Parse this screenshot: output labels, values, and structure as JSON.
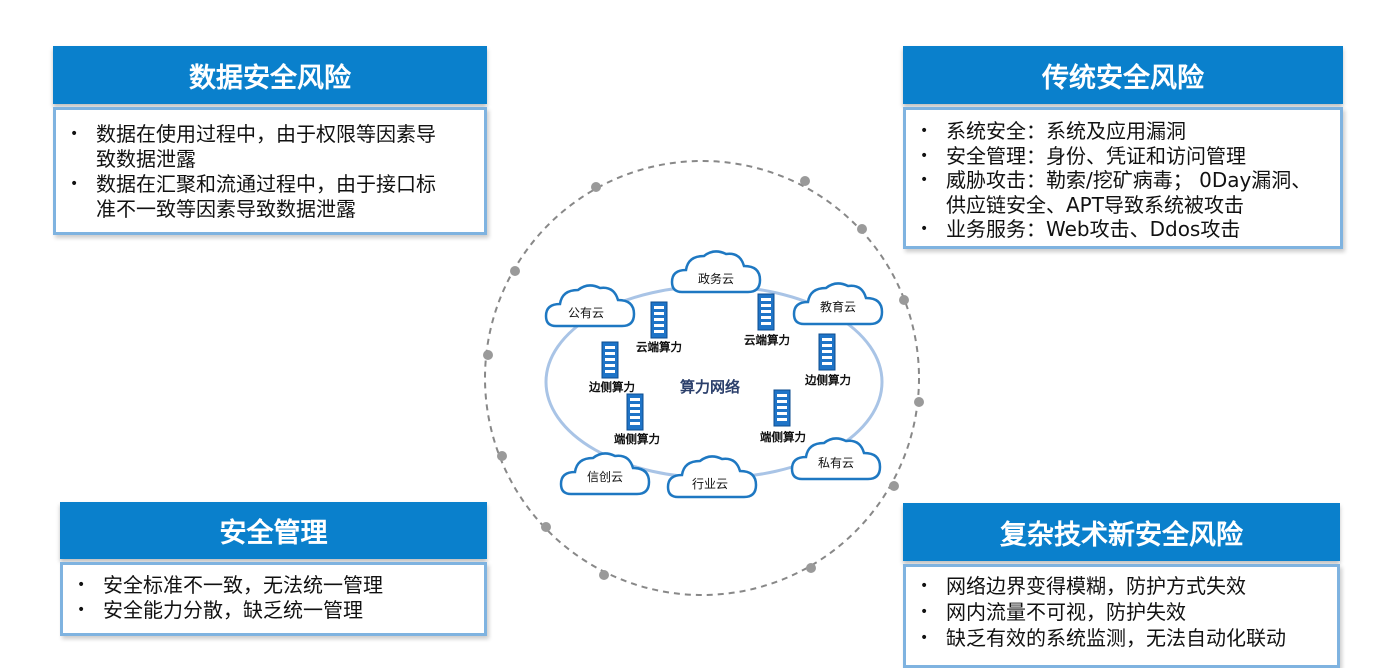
{
  "panels": {
    "data_security": {
      "title": "数据安全风险",
      "items": [
        [
          "数据在使用过程中，由于权限等因素导",
          "致数据泄露"
        ],
        [
          "数据在汇聚和流通过程中，由于接口标",
          "准不一致等因素导致数据泄露"
        ]
      ]
    },
    "traditional_security": {
      "title": "传统安全风险",
      "items": [
        [
          "系统安全：系统及应用漏洞"
        ],
        [
          "安全管理：身份、凭证和访问管理"
        ],
        [
          "威胁攻击：勒索/挖矿病毒； 0Day漏洞、",
          "供应链安全、APT导致系统被攻击"
        ],
        [
          "业务服务：Web攻击、Ddos攻击"
        ]
      ]
    },
    "security_management": {
      "title": "安全管理",
      "items": [
        [
          "安全标准不一致，无法统一管理"
        ],
        [
          "安全能力分散，缺乏统一管理"
        ]
      ]
    },
    "complex_tech": {
      "title": "复杂技术新安全风险",
      "items": [
        [
          "网络边界变得模糊，防护方式失效"
        ],
        [
          "网内流量不可视，防护失效"
        ],
        [
          "缺乏有效的系统监测，无法自动化联动"
        ]
      ]
    }
  },
  "bullet": "•",
  "diagram": {
    "center": "算力网络",
    "clouds": {
      "gov": "政务云",
      "public": "公有云",
      "edu": "教育云",
      "xinchuang": "信创云",
      "industry": "行业云",
      "private": "私有云"
    },
    "nodes": {
      "cloud_left": "云端算力",
      "cloud_right": "云端算力",
      "edge_left": "边侧算力",
      "edge_right": "边侧算力",
      "end_left": "端侧算力",
      "end_right": "端侧算力"
    },
    "colors": {
      "panel_header": "#0a80cc",
      "panel_border": "#7fb3e0",
      "cloud_stroke": "#1e78c2",
      "ring": "#a9c4e6",
      "dashed_circle": "#888888"
    }
  }
}
